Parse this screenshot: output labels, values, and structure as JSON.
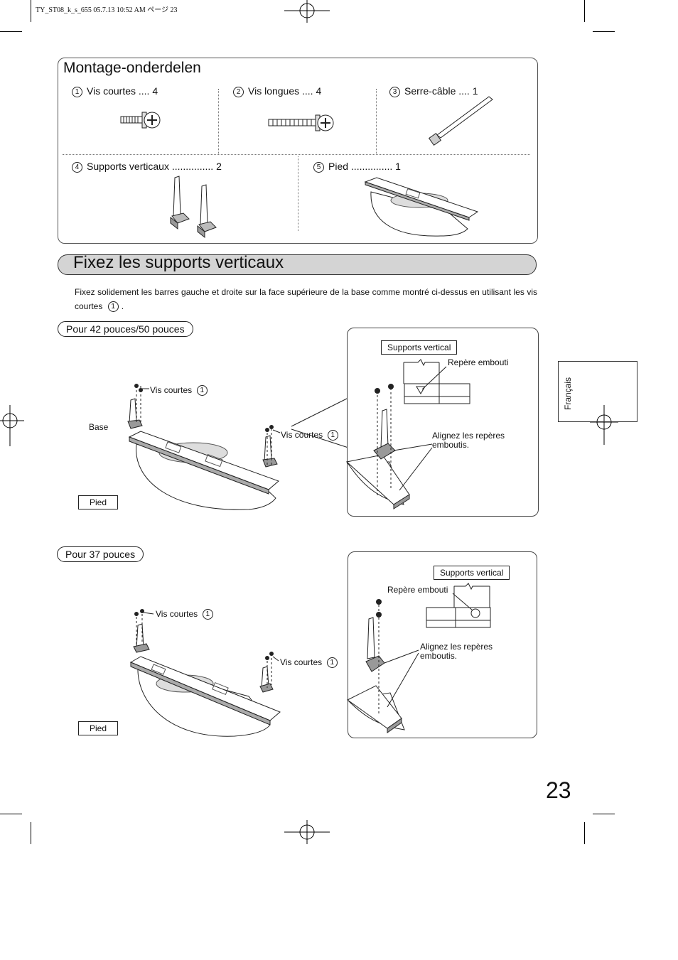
{
  "header": {
    "file_info": "TY_ST08_k_s_655  05.7.13 10:52 AM    ページ 23"
  },
  "parts": {
    "title": "Montage-onderdelen",
    "items": [
      {
        "num": "1",
        "label": "Vis courtes .... 4"
      },
      {
        "num": "2",
        "label": "Vis longues .... 4"
      },
      {
        "num": "3",
        "label": "Serre-câble .... 1"
      },
      {
        "num": "4",
        "label": "Supports verticaux ............... 2"
      },
      {
        "num": "5",
        "label": "Pied ............... 1"
      }
    ]
  },
  "section": {
    "title": "Fixez les supports verticaux",
    "intro": "Fixez solidement les barres gauche et droite sur la face supérieure de la base comme montré ci-dessus en utilisant les vis courtes",
    "intro_ref": "1",
    "intro_end": "."
  },
  "fig42": {
    "pill": "Pour 42 pouces/50 pouces",
    "vis_courtes_1": "Vis courtes",
    "vis_courtes_2": "Vis courtes",
    "ref": "1",
    "base": "Base",
    "pied": "Pied",
    "detail_supports": "Supports vertical",
    "detail_repere": "Repère embouti",
    "detail_align": "Alignez les repères\nemboutis."
  },
  "fig37": {
    "pill": "Pour 37 pouces",
    "vis_courtes_1": "Vis courtes",
    "vis_courtes_2": "Vis courtes",
    "ref": "1",
    "pied": "Pied",
    "detail_supports": "Supports vertical",
    "detail_repere": "Repère embouti",
    "detail_align": "Alignez les repères\nemboutis."
  },
  "sidebar": {
    "language": "Français"
  },
  "page_number": "23"
}
